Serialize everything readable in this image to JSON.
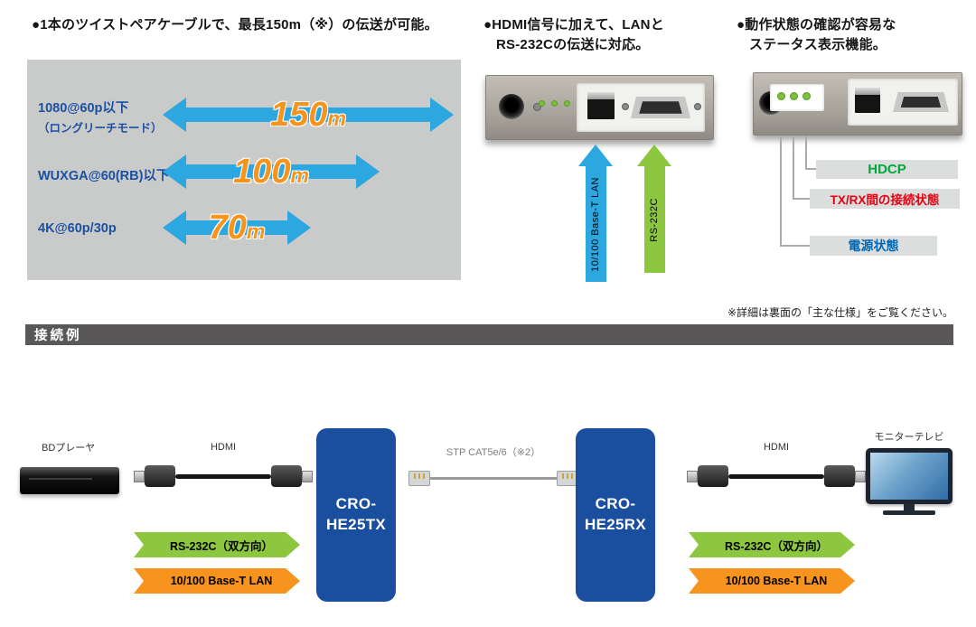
{
  "features": {
    "transmission": {
      "heading": "●1本のツイストペアケーブルで、最長150m（※）の伝送が可能。",
      "rows": [
        {
          "label": "1080@60p以下",
          "sublabel": "（ロングリーチモード）",
          "value": "150",
          "unit": "m"
        },
        {
          "label": "WUXGA@60(RB)以下",
          "sublabel": "",
          "value": "100",
          "unit": "m"
        },
        {
          "label": "4K@60p/30p",
          "sublabel": "",
          "value": "70",
          "unit": "m"
        }
      ]
    },
    "lan_rs232c": {
      "heading_line1": "●HDMI信号に加えて、LANと",
      "heading_line2": "RS-232Cの伝送に対応。",
      "lan_arrow_label": "10/100 Base-T LAN",
      "rs232c_arrow_label": "RS-232C"
    },
    "status": {
      "heading_line1": "●動作状態の確認が容易な",
      "heading_line2": "ステータス表示機能。",
      "labels": {
        "hdcp": "HDCP",
        "txrx": "TX/RX間の接続状態",
        "power": "電源状態"
      }
    }
  },
  "note": "※詳細は裏面の「主な仕様」をご覧ください。",
  "section_title": "接続例",
  "diagram": {
    "source_label": "BDプレーヤ",
    "hdmi_label_left": "HDMI",
    "hdmi_label_right": "HDMI",
    "tx_name_line1": "CRO-",
    "tx_name_line2": "HE25TX",
    "rx_name_line1": "CRO-",
    "rx_name_line2": "HE25RX",
    "cable_label": "STP CAT5e/6（※2）",
    "display_label": "モニターテレビ",
    "rs232c_ribbon": "RS-232C（双方向）",
    "lan_ribbon": "10/100 Base-T LAN"
  },
  "colors": {
    "arrow_blue": "#2da7df",
    "value_orange": "#f7941d",
    "label_blue": "#1c50a1",
    "green": "#8dc63f",
    "orange": "#f7941d",
    "hdcp_green": "#00a73c",
    "txrx_red": "#e60012",
    "power_blue": "#0068b7",
    "device_blue": "#1a4e9e",
    "panel_gray": "#c9caca",
    "section_gray": "#595757"
  }
}
